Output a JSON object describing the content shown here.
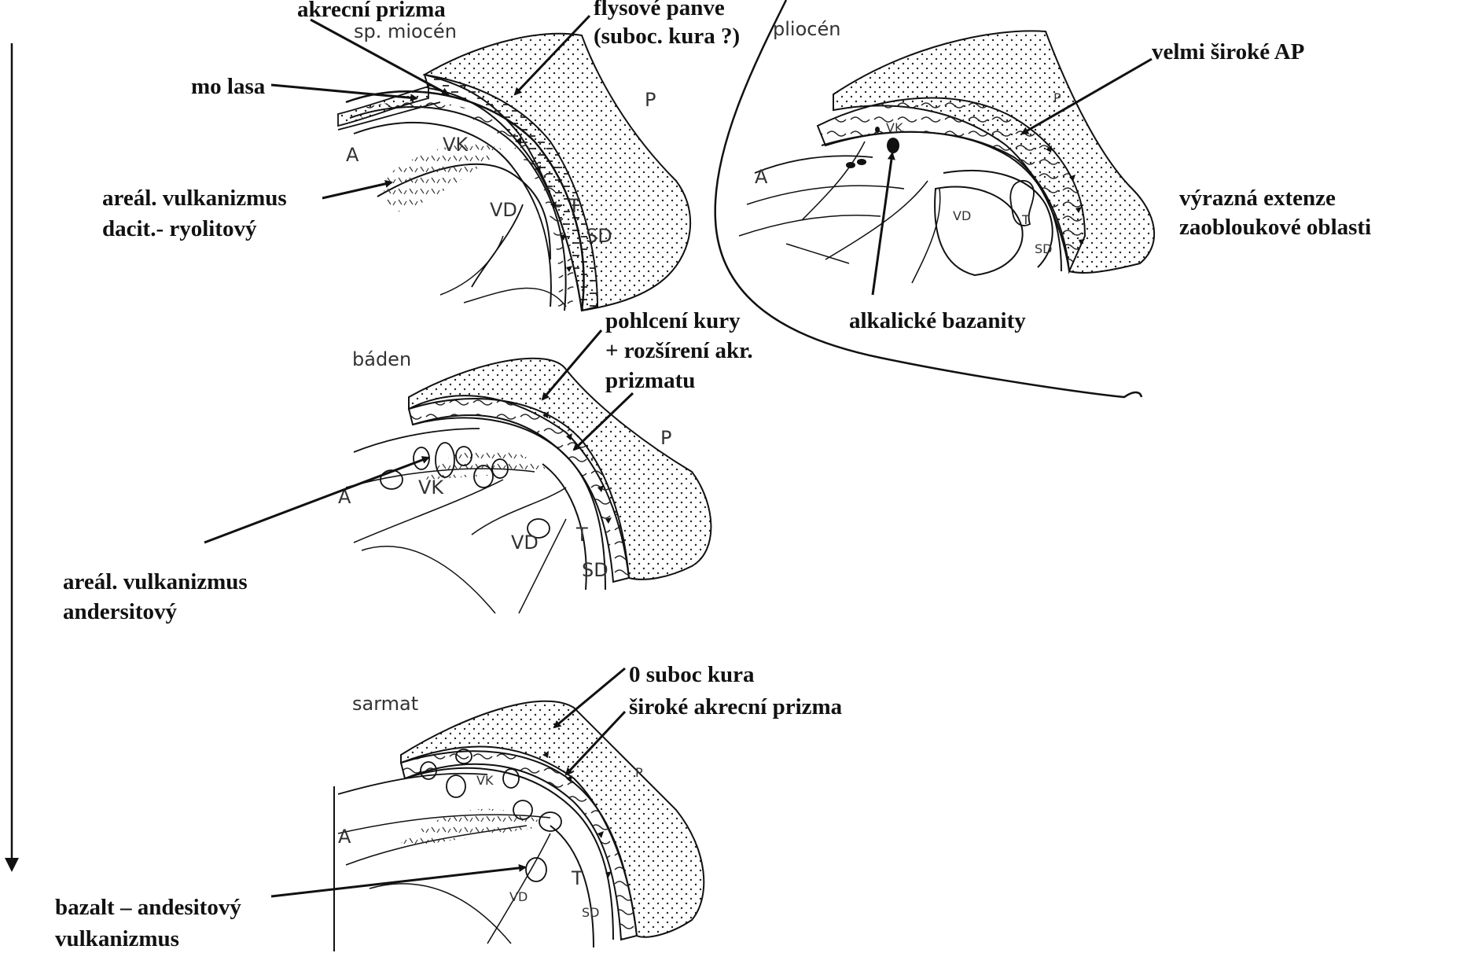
{
  "panels": {
    "early_miocene": {
      "stage": "sp.  miocén",
      "map_labels": {
        "A": "A",
        "VK": "VK",
        "VD": "VD",
        "T": "T",
        "SD": "SD",
        "P": "P"
      },
      "annotations": {
        "accretionary_prism": "akrecní prizma",
        "flysch_basins_1": "flysové panve",
        "flysch_basins_2": "(suboc. kura ?)",
        "molasse": "mo lasa",
        "volcanism_1": "areál. vulkanizmus",
        "volcanism_2": "dacit.- ryolitový"
      }
    },
    "pliocene": {
      "stage": "pliocén",
      "map_labels": {
        "A": "A",
        "VK": "VK",
        "VD": "VD",
        "T": "T",
        "SD": "SD",
        "P": "P"
      },
      "annotations": {
        "wide_ap": "velmi široké AP",
        "extension_1": "výrazná extenze",
        "extension_2": "zaobloukové oblasti",
        "basanites": "alkalické bazanity"
      }
    },
    "badenian": {
      "stage": "báden",
      "map_labels": {
        "A": "A",
        "VK": "VK",
        "VD": "VD",
        "T": "T",
        "SD": "SD",
        "P": "P"
      },
      "annotations": {
        "crust_1": "pohlcení kury",
        "crust_2": "+ rozšírení akr.",
        "crust_3": "prizmatu",
        "volcanism_1": "areál. vulkanizmus",
        "volcanism_2": "andersitový"
      }
    },
    "sarmatian": {
      "stage": "sarmat",
      "map_labels": {
        "A": "A",
        "VK": "VK",
        "VD": "VD",
        "T": "T",
        "SD": "SD",
        "P": "P"
      },
      "annotations": {
        "crust_1": "0 suboc kura",
        "crust_2": "široké akrecní prizma",
        "volcanism_1": "bazalt – andesitový",
        "volcanism_2": "vulkanizmus"
      }
    }
  }
}
